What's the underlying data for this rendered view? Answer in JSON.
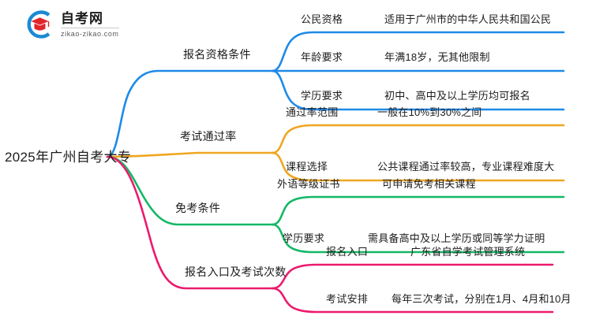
{
  "logo": {
    "name_cn": "自考网",
    "url": "zikao-zikao.com",
    "mark_icon": "graduation-cap-icon",
    "colors": {
      "arc": "#1b8ad4",
      "cap": "#e0262c"
    }
  },
  "mindmap": {
    "root": {
      "label": "2025年广州自考大专"
    },
    "colors": {
      "blue": "#1e8ae8",
      "orange": "#efa620",
      "green": "#14b866",
      "pink": "#ec1a6d"
    },
    "branches": [
      {
        "label": "报名资格条件",
        "color": "#1e8ae8",
        "items": [
          {
            "key": "公民资格",
            "value": "适用于广州市的中华人民共和国公民"
          },
          {
            "key": "年龄要求",
            "value": "年满18岁，无其他限制"
          },
          {
            "key": "学历要求",
            "value": "初中、高中及以上学历均可报名"
          }
        ]
      },
      {
        "label": "考试通过率",
        "color": "#efa620",
        "items": [
          {
            "key": "通过率范围",
            "value": "一般在10%到30%之间"
          },
          {
            "key": "课程选择",
            "value": "公共课程通过率较高，专业课程难度大"
          }
        ]
      },
      {
        "label": "免考条件",
        "color": "#14b866",
        "items": [
          {
            "key": "外语等级证书",
            "value": "可申请免考相关课程"
          },
          {
            "key": "学历要求",
            "value": "需具备高中及以上学历或同等学力证明"
          }
        ]
      },
      {
        "label": "报名入口及考试次数",
        "color": "#ec1a6d",
        "items": [
          {
            "key": "报名入口",
            "value": "广东省自学考试管理系统"
          },
          {
            "key": "考试安排",
            "value": "每年三次考试，分别在1月、4月和10月"
          }
        ]
      }
    ]
  }
}
